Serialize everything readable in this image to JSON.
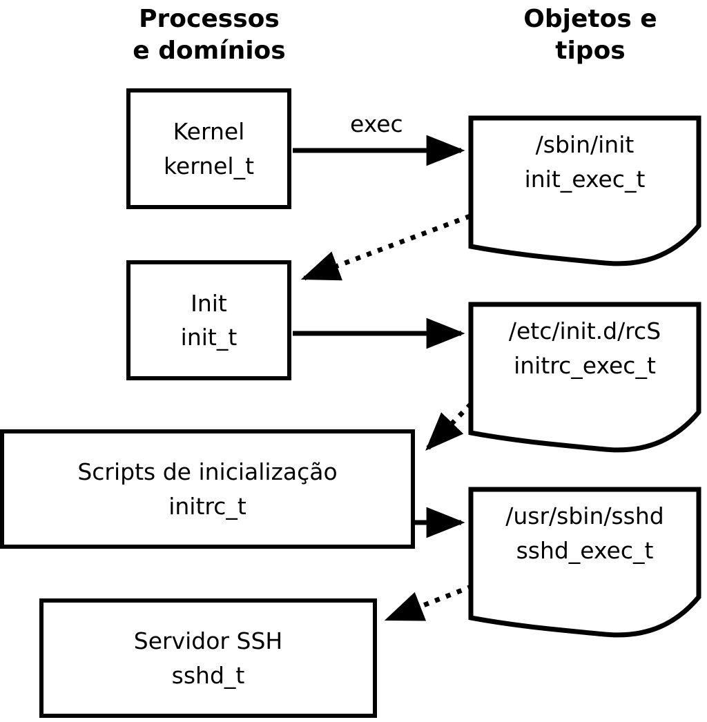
{
  "headers": {
    "left_line1": "Processos",
    "left_line2": "e domínios",
    "right_line1": "Objetos e",
    "right_line2": "tipos"
  },
  "labels": {
    "exec": "exec"
  },
  "processes": [
    {
      "name": "Kernel",
      "type": "kernel_t"
    },
    {
      "name": "Init",
      "type": "init_t"
    },
    {
      "name": "Scripts de inicialização",
      "type": "initrc_t"
    },
    {
      "name": "Servidor SSH",
      "type": "sshd_t"
    }
  ],
  "objects": [
    {
      "path": "/sbin/init",
      "type": "init_exec_t"
    },
    {
      "path": "/etc/init.d/rcS",
      "type": "initrc_exec_t"
    },
    {
      "path": "/usr/sbin/sshd",
      "type": "sshd_exec_t"
    }
  ],
  "colors": {
    "stroke": "#000000",
    "fill": "#ffffff"
  }
}
